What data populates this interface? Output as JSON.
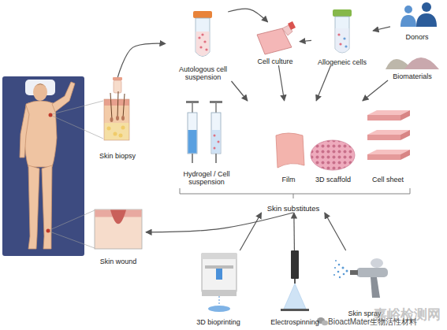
{
  "diagram": {
    "nodes": [
      {
        "text": [
          "Skin biopsy"
        ]
      },
      {
        "text": [
          "Autologous cell suspension"
        ]
      },
      {
        "text": [
          "Cell culture"
        ]
      },
      {
        "text": [
          "Allogeneic cells"
        ]
      },
      {
        "text": [
          "Donors"
        ]
      },
      {
        "text": [
          "Biomaterials"
        ]
      },
      {
        "text": [
          "Skin substitutes"
        ]
      },
      {
        "text": [
          "Hydrogel / Cell suspension"
        ],
        "in": 6
      },
      {
        "text": [
          "Film"
        ],
        "in": 6
      },
      {
        "text": [
          "3D scaffold"
        ],
        "in": 6
      },
      {
        "text": [
          "Cell sheet"
        ],
        "in": 6
      },
      {
        "text": [
          "Skin wound"
        ]
      },
      {
        "text": [
          "3D bioprinting"
        ]
      },
      {
        "text": [
          "Electrospinning"
        ]
      },
      {
        "text": [
          "Skin spray"
        ]
      }
    ],
    "edges": [
      {
        "from": 0,
        "to": 1,
        "arrow": "to"
      },
      {
        "from": 1,
        "to": 2,
        "arrow": "to"
      },
      {
        "from": 3,
        "to": 2,
        "arrow": "to"
      },
      {
        "from": 4,
        "to": 3,
        "arrow": "to"
      },
      {
        "from": 1,
        "to": 6,
        "arrow": "to"
      },
      {
        "from": 2,
        "to": 6,
        "arrow": "to"
      },
      {
        "from": 3,
        "to": 6,
        "arrow": "to"
      },
      {
        "from": 5,
        "to": 6,
        "arrow": "to"
      },
      {
        "from": 6,
        "to": 11,
        "arrow": "to"
      },
      {
        "from": 12,
        "to": 6,
        "arrow": "to"
      },
      {
        "from": 13,
        "to": 6,
        "arrow": "to"
      },
      {
        "from": 14,
        "to": 6,
        "arrow": "to"
      }
    ],
    "labels": [
      "嘉峪检测网",
      "BioactMater生物活性材料"
    ]
  }
}
